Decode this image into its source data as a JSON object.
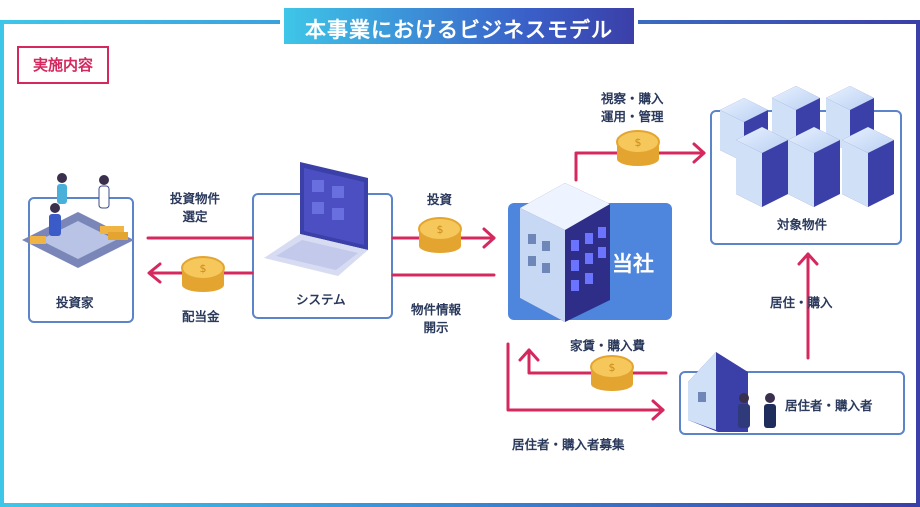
{
  "title": "本事業におけるビジネスモデル",
  "section_tag": "実施内容",
  "nodes": {
    "investor": "投資家",
    "system": "システム",
    "company": "当社",
    "properties": "対象物件",
    "residents": "居住者・購入者"
  },
  "flows": {
    "select_line1": "投資物件",
    "select_line2": "選定",
    "dividend": "配当金",
    "invest": "投資",
    "disclose_line1": "物件情報",
    "disclose_line2": "開示",
    "manage_line1": "視察・購入",
    "manage_line2": "運用・管理",
    "live_buy": "居住・購入",
    "rent_buy_cost": "家賃・購入費",
    "recruit": "居住者・購入者募集"
  },
  "icons": [
    "coin-icon",
    "laptop-icon",
    "building-icon",
    "house-icon",
    "people-icon"
  ],
  "colors": {
    "accent": "#d4285e",
    "card_border": "#5b84c9",
    "company": "#4e86de",
    "coin": "#f0b444"
  }
}
